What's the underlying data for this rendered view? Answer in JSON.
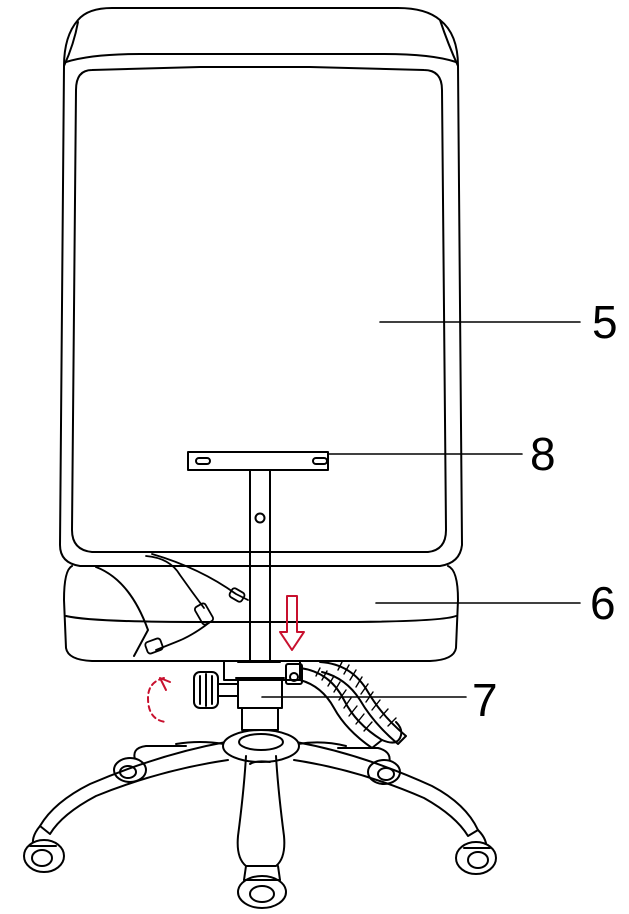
{
  "callouts": [
    {
      "id": "backrest",
      "number": "5"
    },
    {
      "id": "backrest-bracket",
      "number": "8"
    },
    {
      "id": "seat",
      "number": "6"
    },
    {
      "id": "gas-lift",
      "number": "7"
    }
  ],
  "colors": {
    "line": "#000000",
    "arrow": "#c8102e",
    "background": "#ffffff"
  }
}
